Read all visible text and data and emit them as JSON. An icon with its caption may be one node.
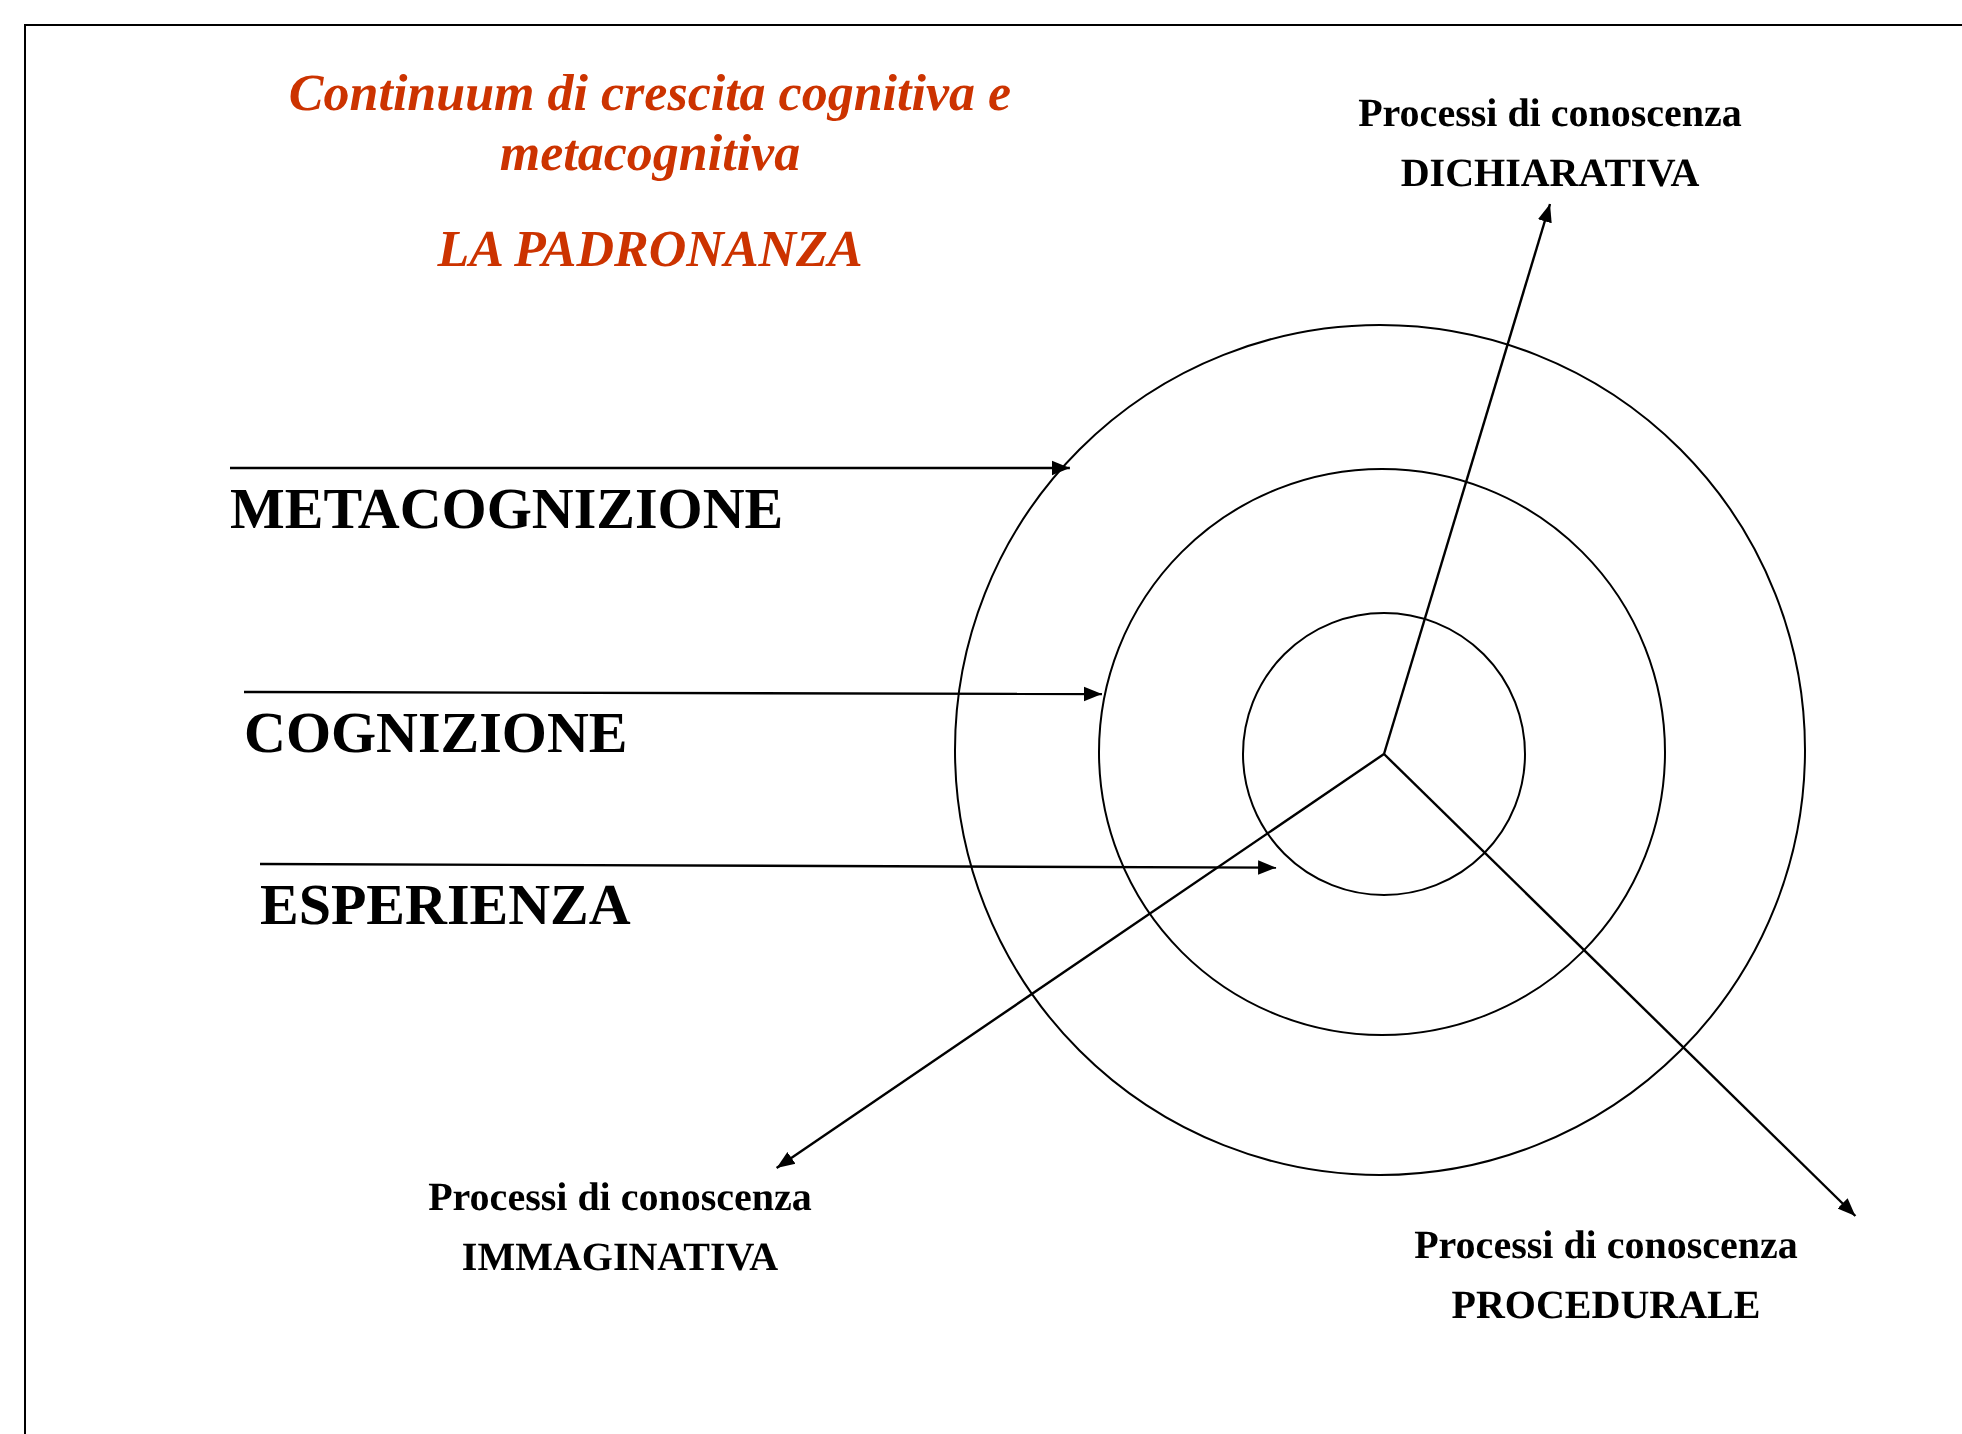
{
  "diagram": {
    "title": "Continuum di crescita cognitiva e metacognitiva",
    "nodes": [
      {
        "text": [],
        "shape": "circle"
      },
      {
        "text": [],
        "shape": "circle",
        "in": 0
      },
      {
        "text": [],
        "shape": "circle",
        "in": 1
      },
      {
        "text": [
          "Processi di conoscenza",
          "DICHIARATIVA"
        ]
      },
      {
        "text": [
          "METACOGNIZIONE"
        ]
      },
      {
        "text": [
          "COGNIZIONE"
        ]
      },
      {
        "text": [
          "ESPERIENZA"
        ]
      },
      {
        "text": [
          "Processi di conoscenza",
          "IMMAGINATIVA"
        ]
      },
      {
        "text": [
          "Processi di conoscenza",
          "PROCEDURALE"
        ]
      }
    ],
    "edges": [
      {
        "from": 2,
        "to": 3,
        "arrow": "to"
      },
      {
        "from": 4,
        "to": 0,
        "arrow": "to"
      },
      {
        "from": 5,
        "to": 1,
        "arrow": "to"
      },
      {
        "from": 6,
        "to": 2,
        "arrow": "to"
      },
      {
        "from": 2,
        "to": 7,
        "arrow": "to"
      },
      {
        "from": 2,
        "to": 8,
        "arrow": "to"
      }
    ],
    "labels": [
      "LA PADRONANZA"
    ]
  }
}
